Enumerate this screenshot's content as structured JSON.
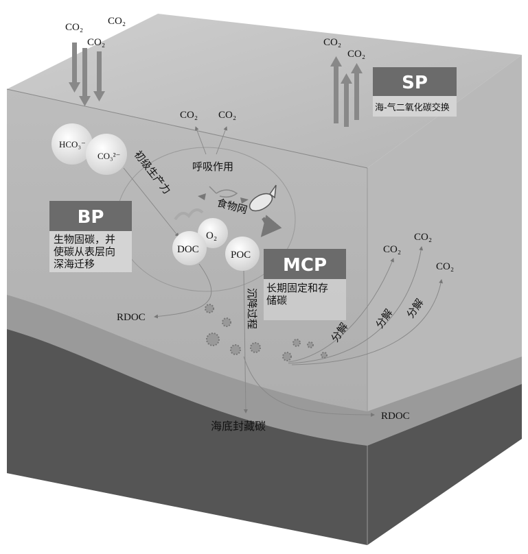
{
  "atmosphere": {
    "co2_in": [
      "CO₂",
      "CO₂",
      "CO₂"
    ],
    "co2_out": [
      "CO₂",
      "CO₂"
    ]
  },
  "sp": {
    "title": "SP",
    "desc": "海-气二氧化碳交换"
  },
  "bp": {
    "title": "BP",
    "desc_lines": [
      "生物固碳，并",
      "使碳从表层向",
      "深海迁移"
    ]
  },
  "mcp": {
    "title": "MCP",
    "desc_lines": [
      "长期固定和存",
      "储碳"
    ]
  },
  "ions": {
    "hco3": "HCO₃⁻",
    "co3": "CO₃²⁻"
  },
  "respiration": {
    "label": "呼吸作用",
    "co2": [
      "CO₂",
      "CO₂"
    ]
  },
  "primary_production": "初级生产力",
  "food_web": "食物网",
  "particles": {
    "o2": "O₂",
    "doc": "DOC",
    "poc": "POC"
  },
  "sinking": "沉降过程",
  "decomposition": {
    "labels": [
      "分解",
      "分解",
      "分解"
    ],
    "co2": [
      "CO₂",
      "CO₂",
      "CO₂"
    ]
  },
  "rdoc": [
    "RDOC",
    "RDOC"
  ],
  "seafloor": "海底封藏碳",
  "colors": {
    "header_box": "#6b6b6b",
    "box_bg": "#d4d4d4",
    "sediment": "#555555"
  }
}
